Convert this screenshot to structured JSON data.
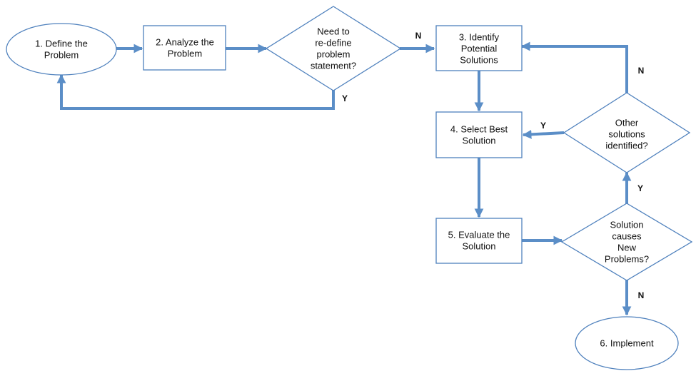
{
  "colors": {
    "shape_stroke": "#4f81bd",
    "connector": "#5b8ec7",
    "text": "#111111",
    "background": "#ffffff"
  },
  "nodes": {
    "define": "1. Define the Problem",
    "analyze": "2. Analyze the Problem",
    "redefine_decision": "Need to re-define problem statement?",
    "identify": "3. Identify Potential Solutions",
    "select": "4. Select Best Solution",
    "evaluate": "5. Evaluate  the Solution",
    "new_problems_decision": "Solution causes New Problems?",
    "other_solutions_decision": "Other solutions identified?",
    "implement": "6. Implement"
  },
  "edge_labels": {
    "redefine_yes": "Y",
    "redefine_no": "N",
    "other_no": "N",
    "other_yes": "Y",
    "new_problems_yes": "Y",
    "new_problems_no": "N"
  }
}
